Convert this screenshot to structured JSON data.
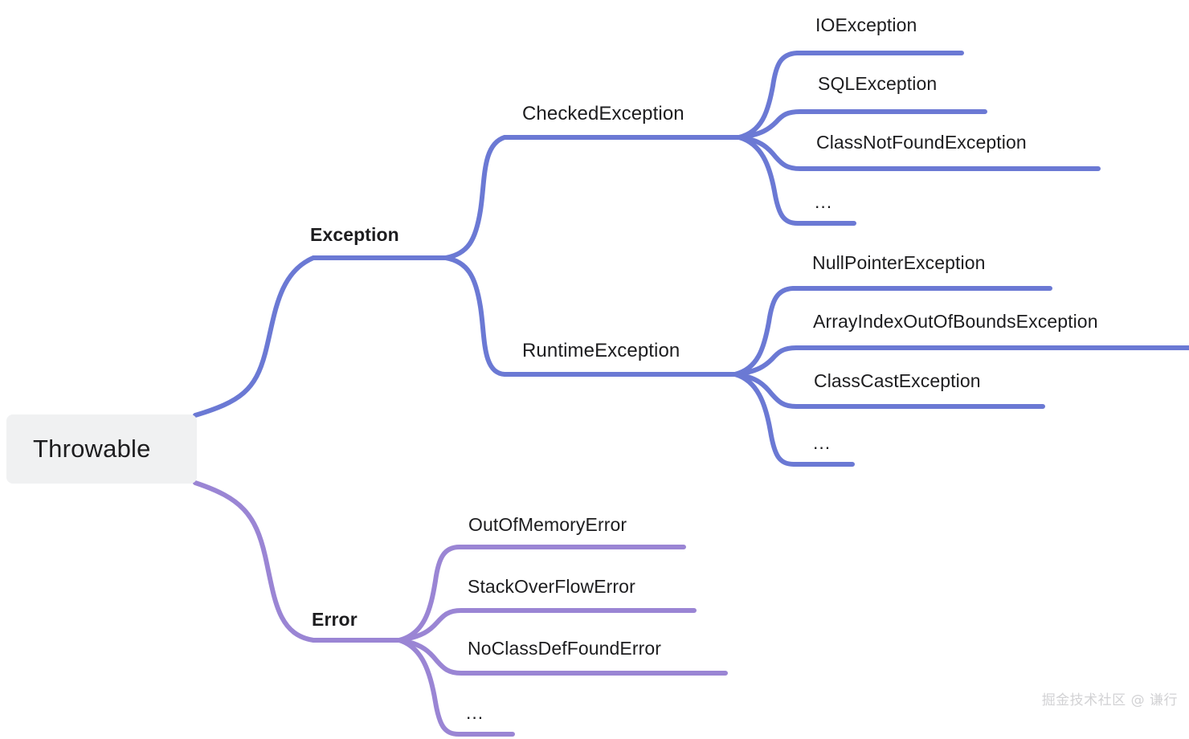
{
  "diagram": {
    "type": "mindmap",
    "title": "Throwable exception hierarchy",
    "colors": {
      "exception_branch": "#6b79d4",
      "error_branch": "#9a85d4",
      "root_background": "#f0f1f2",
      "text": "#1d1d1f",
      "watermark": "#d2d2d4",
      "canvas_background": "#ffffff"
    },
    "root": {
      "label": "Throwable"
    },
    "branches": [
      {
        "id": "exception",
        "label": "Exception",
        "color": "#6b79d4",
        "groups": [
          {
            "id": "checked-exception",
            "label": "CheckedException",
            "leaves": [
              {
                "label": "IOException"
              },
              {
                "label": "SQLException"
              },
              {
                "label": "ClassNotFoundException"
              },
              {
                "label": "..."
              }
            ]
          },
          {
            "id": "runtime-exception",
            "label": "RuntimeException",
            "leaves": [
              {
                "label": "NullPointerException"
              },
              {
                "label": "ArrayIndexOutOfBoundsException"
              },
              {
                "label": "ClassCastException"
              },
              {
                "label": "..."
              }
            ]
          }
        ]
      },
      {
        "id": "error",
        "label": "Error",
        "color": "#9a85d4",
        "groups": [
          {
            "id": "error-leaves",
            "label": "",
            "leaves": [
              {
                "label": "OutOfMemoryError"
              },
              {
                "label": "StackOverFlowError"
              },
              {
                "label": "NoClassDefFoundError"
              },
              {
                "label": "..."
              }
            ]
          }
        ]
      }
    ]
  },
  "watermark": {
    "text": "掘金技术社区 @ 谦行"
  }
}
